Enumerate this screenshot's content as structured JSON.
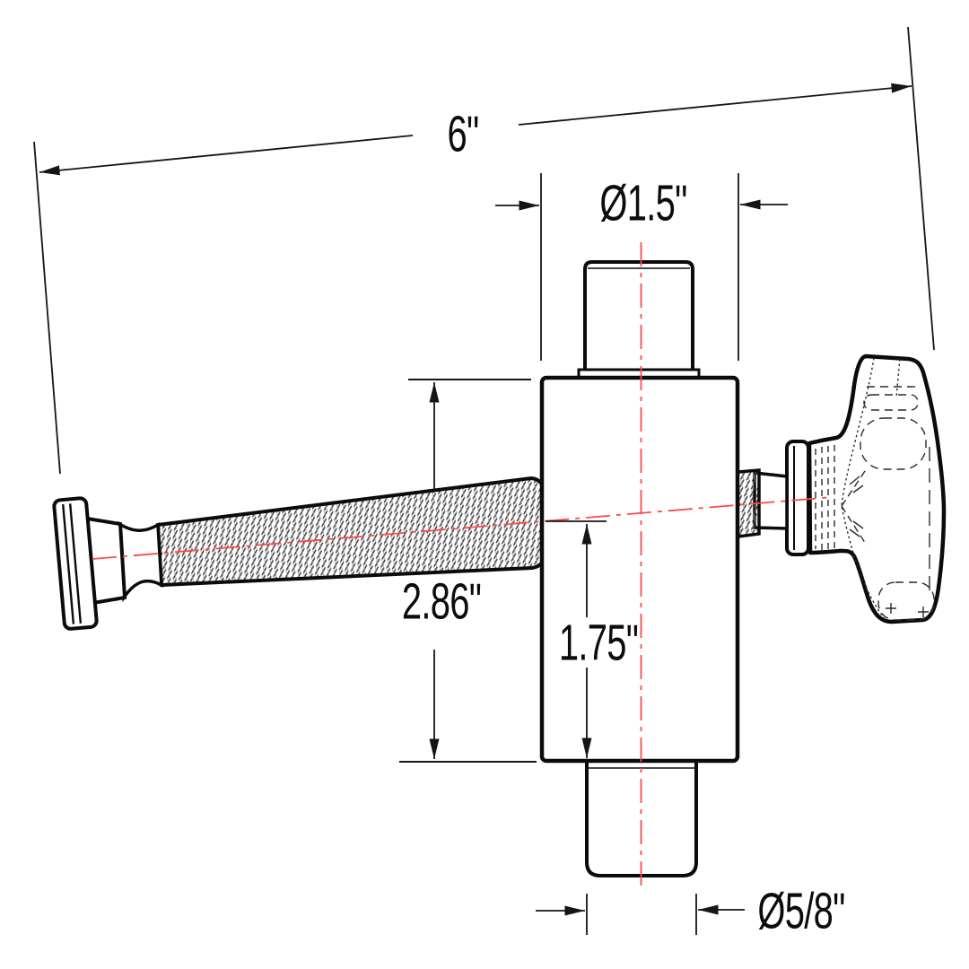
{
  "drawing": {
    "type": "technical-dimension-drawing",
    "part": "clamping screw assembly with swivel pad, cylindrical body and tee knob",
    "units": "inches",
    "dimensions": {
      "overall_length": "6\"",
      "body_diameter": "Ø1.5\"",
      "body_height": "2.86\"",
      "axis_to_base": "1.75\"",
      "boss_diameter": "Ø5/8\""
    },
    "colors": {
      "line": "#0b0b0b",
      "centerline": "#f94b4b",
      "background": "#ffffff",
      "label": "#0c0c0c"
    }
  }
}
